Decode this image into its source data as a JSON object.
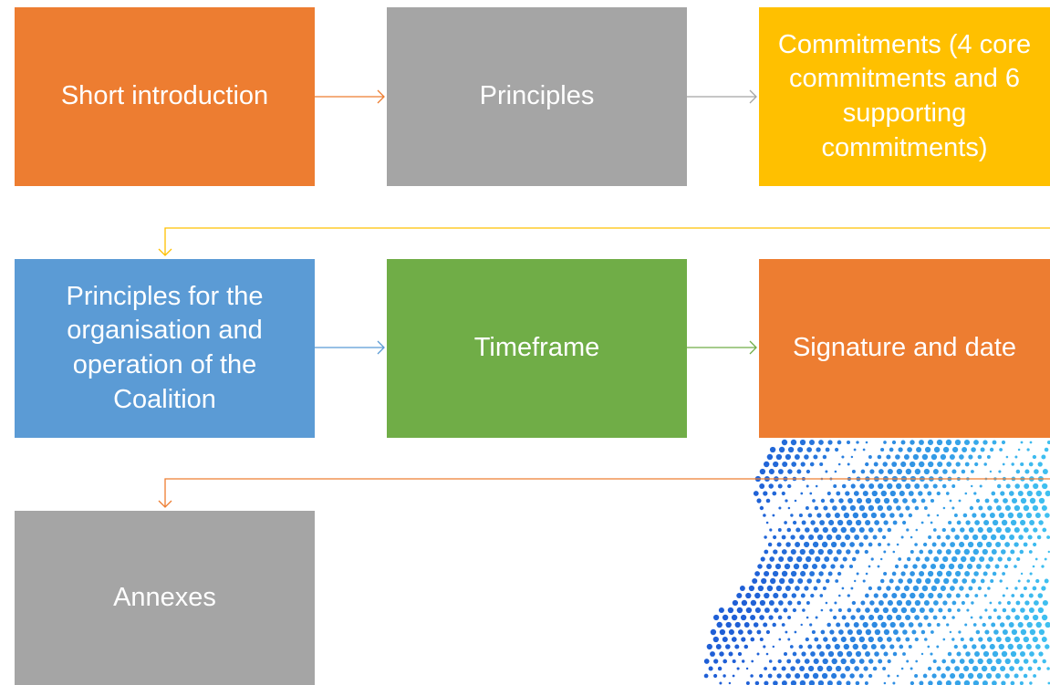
{
  "colors": {
    "orange": "#ED7D31",
    "gray": "#A5A5A5",
    "gold": "#FFC000",
    "blue": "#5B9BD5",
    "green": "#70AD47",
    "dot_blue": "#1F5FD6",
    "dot_cyan": "#3FC0F0"
  },
  "boxes": [
    {
      "label": "Short introduction",
      "color": "#ED7D31"
    },
    {
      "label": "Principles",
      "color": "#A5A5A5"
    },
    {
      "label": "Commitments (4 core commitments and 6 supporting commitments)",
      "color": "#FFC000"
    },
    {
      "label": "Principles for the organisation and operation of the Coalition",
      "color": "#5B9BD5"
    },
    {
      "label": "Timeframe",
      "color": "#70AD47"
    },
    {
      "label": "Signature and date",
      "color": "#ED7D31"
    },
    {
      "label": "Annexes",
      "color": "#A5A5A5"
    }
  ],
  "connectors": [
    {
      "from": "Short introduction",
      "to": "Principles",
      "color": "#ED7D31"
    },
    {
      "from": "Principles",
      "to": "Commitments (4 core commitments and 6 supporting commitments)",
      "color": "#A5A5A5"
    },
    {
      "from": "Commitments (4 core commitments and 6 supporting commitments)",
      "to": "Principles for the organisation and operation of the Coalition",
      "color": "#FFC000"
    },
    {
      "from": "Principles for the organisation and operation of the Coalition",
      "to": "Timeframe",
      "color": "#5B9BD5"
    },
    {
      "from": "Timeframe",
      "to": "Signature and date",
      "color": "#70AD47"
    },
    {
      "from": "Signature and date",
      "to": "Annexes",
      "color": "#ED7D31"
    }
  ]
}
